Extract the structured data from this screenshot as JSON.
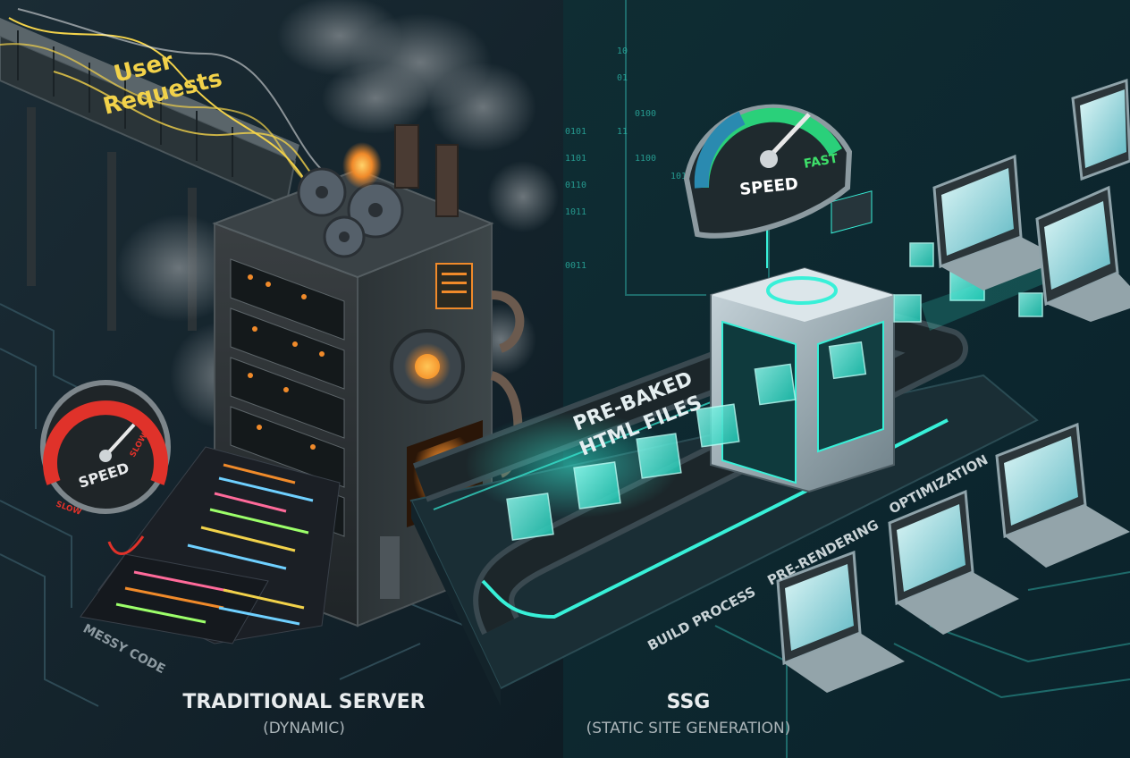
{
  "left": {
    "requests_label_line1": "User",
    "requests_label_line2": "Requests",
    "gauge_label": "SPEED",
    "gauge_slow_left": "SLOW",
    "gauge_slow_right": "SLOW",
    "messy_code_label": "MESSY CODE",
    "title": "TRADITIONAL SERVER",
    "subtitle": "(DYNAMIC)"
  },
  "right": {
    "gauge_label": "SPEED",
    "gauge_fast": "FAST",
    "files_label_line1": "PRE-BAKED",
    "files_label_line2": "HTML FILES",
    "steps": [
      "BUILD PROCESS",
      "PRE-RENDERING",
      "OPTIMIZATION"
    ],
    "title": "SSG",
    "subtitle": "(STATIC SITE GENERATION)"
  },
  "colors": {
    "left_bg": "#13242d",
    "right_bg": "#0d2a30",
    "teal_glow": "#38f0d8",
    "slow_red": "#e0322a",
    "fast_green": "#3ee06a",
    "request_yellow": "#f2d24a",
    "fire_orange": "#f08a2a"
  }
}
